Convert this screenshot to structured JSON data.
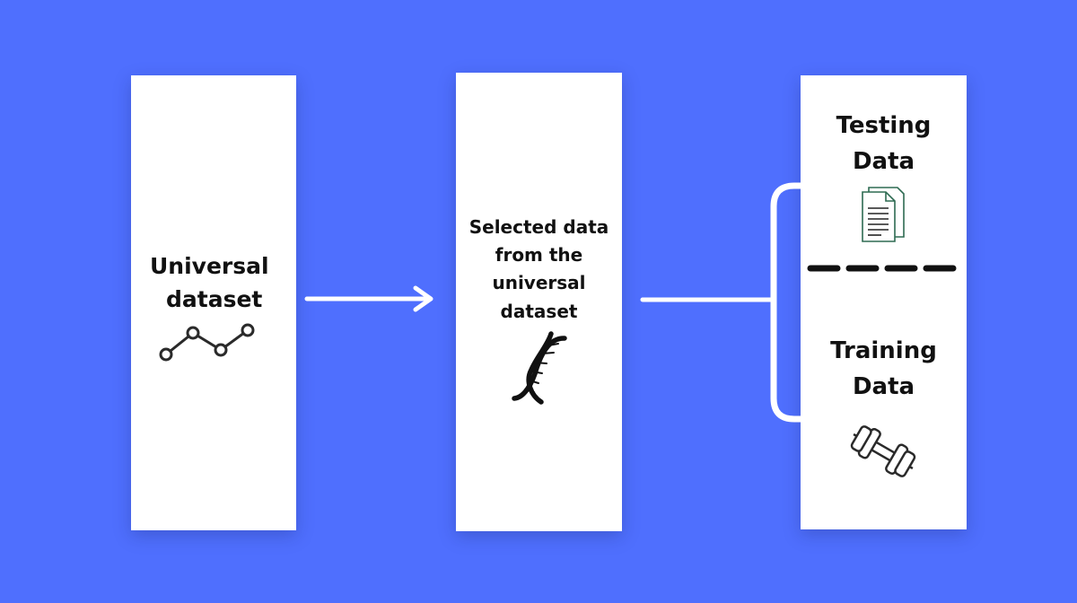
{
  "diagram": {
    "universal": {
      "line1": "Universal",
      "line2": "dataset",
      "icon": "line-chart-icon"
    },
    "selected": {
      "line1": "Selected data",
      "line2": "from  the",
      "line3": "universal",
      "line4": "dataset",
      "icon": "dna-icon"
    },
    "testing": {
      "line1": "Testing",
      "line2": "Data",
      "icon": "document-icon"
    },
    "training": {
      "line1": "Training",
      "line2": "Data",
      "icon": "dumbbell-icon"
    }
  },
  "colors": {
    "background": "#4f6ffe",
    "panel": "#ffffff",
    "text": "#111111",
    "connector": "#ffffff",
    "document_accent": "#2e6b52"
  }
}
